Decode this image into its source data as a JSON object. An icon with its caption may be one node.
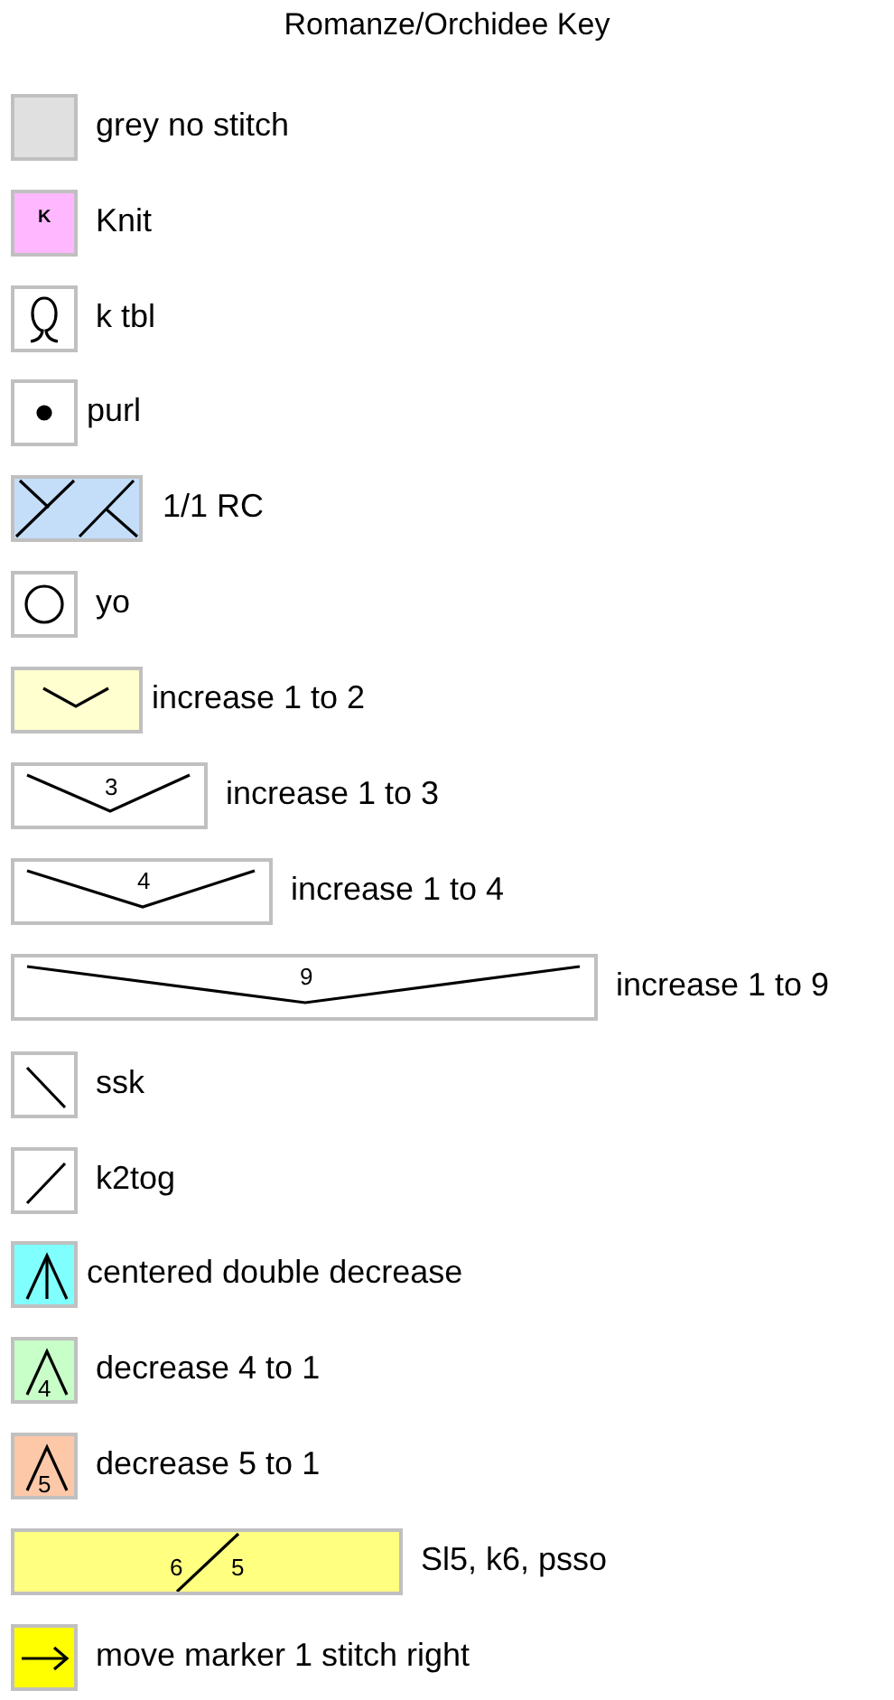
{
  "diagram": {
    "title": "Romanze/Orchidee Key",
    "labels": [
      "K",
      "3",
      "4",
      "9",
      "4",
      "5",
      "6",
      "5"
    ],
    "legend": [
      {
        "text": "grey no stitch",
        "color": "#e0e0e0"
      },
      {
        "text": "Knit",
        "color": "#ffb8ff"
      },
      {
        "text": "k tbl"
      },
      {
        "text": "purl"
      },
      {
        "text": "1/1 RC",
        "color": "#c4defa"
      },
      {
        "text": "yo"
      },
      {
        "text": "increase 1 to 2",
        "color": "#ffffd0"
      },
      {
        "text": "increase 1 to 3"
      },
      {
        "text": "increase 1 to 4"
      },
      {
        "text": "increase 1 to 9"
      },
      {
        "text": "ssk"
      },
      {
        "text": "k2tog"
      },
      {
        "text": "centered double decrease",
        "color": "#80ffff"
      },
      {
        "text": "decrease 4 to 1",
        "color": "#c8ffc8"
      },
      {
        "text": "decrease 5 to 1",
        "color": "#fcc8a8"
      },
      {
        "text": "Sl5, k6, psso",
        "color": "#ffff80"
      },
      {
        "text": "move marker 1 stitch right",
        "color": "#ffff00"
      }
    ]
  }
}
